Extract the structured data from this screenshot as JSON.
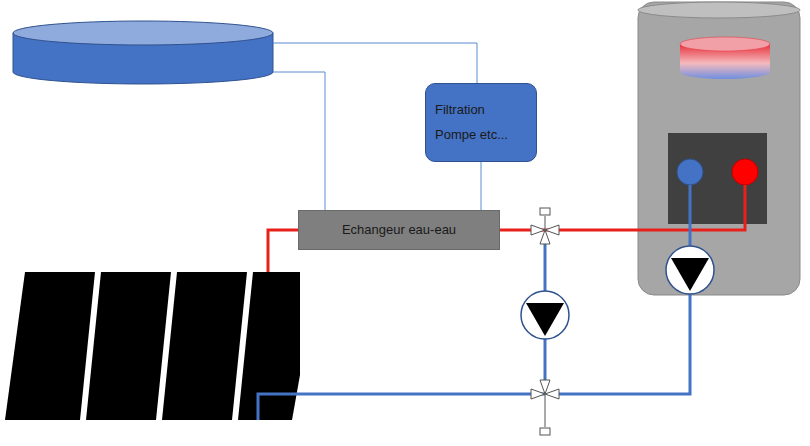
{
  "diagram": {
    "nodes": [
      {
        "text": [
          "Filtration Pompe etc..."
        ]
      },
      {
        "text": [
          "Echangeur eau-eau"
        ]
      }
    ],
    "edges": [
      {
        "from": 0,
        "to": 1,
        "arrow": "none"
      }
    ]
  }
}
